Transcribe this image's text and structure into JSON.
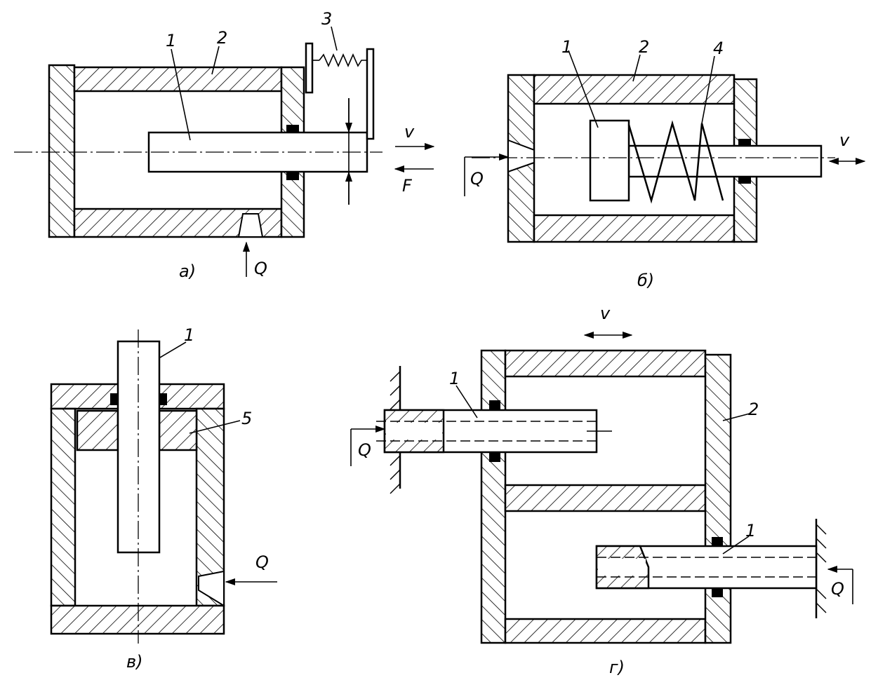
{
  "diagram_a": {
    "caption": "а)",
    "part_rod": "1",
    "part_housing": "2",
    "part_spring": "3",
    "label_velocity": "v",
    "label_force": "F",
    "label_flow": "Q"
  },
  "diagram_b": {
    "caption": "б)",
    "part_piston": "1",
    "part_housing": "2",
    "part_spring": "4",
    "label_velocity": "v",
    "label_flow": "Q"
  },
  "diagram_v": {
    "caption": "в)",
    "part_rod": "1",
    "part_bushing": "5",
    "label_flow": "Q"
  },
  "diagram_g": {
    "caption": "г)",
    "part_rod_top": "1",
    "part_rod_bottom": "1",
    "part_housing": "2",
    "label_velocity": "v",
    "label_flow_left": "Q",
    "label_flow_right": "Q"
  }
}
